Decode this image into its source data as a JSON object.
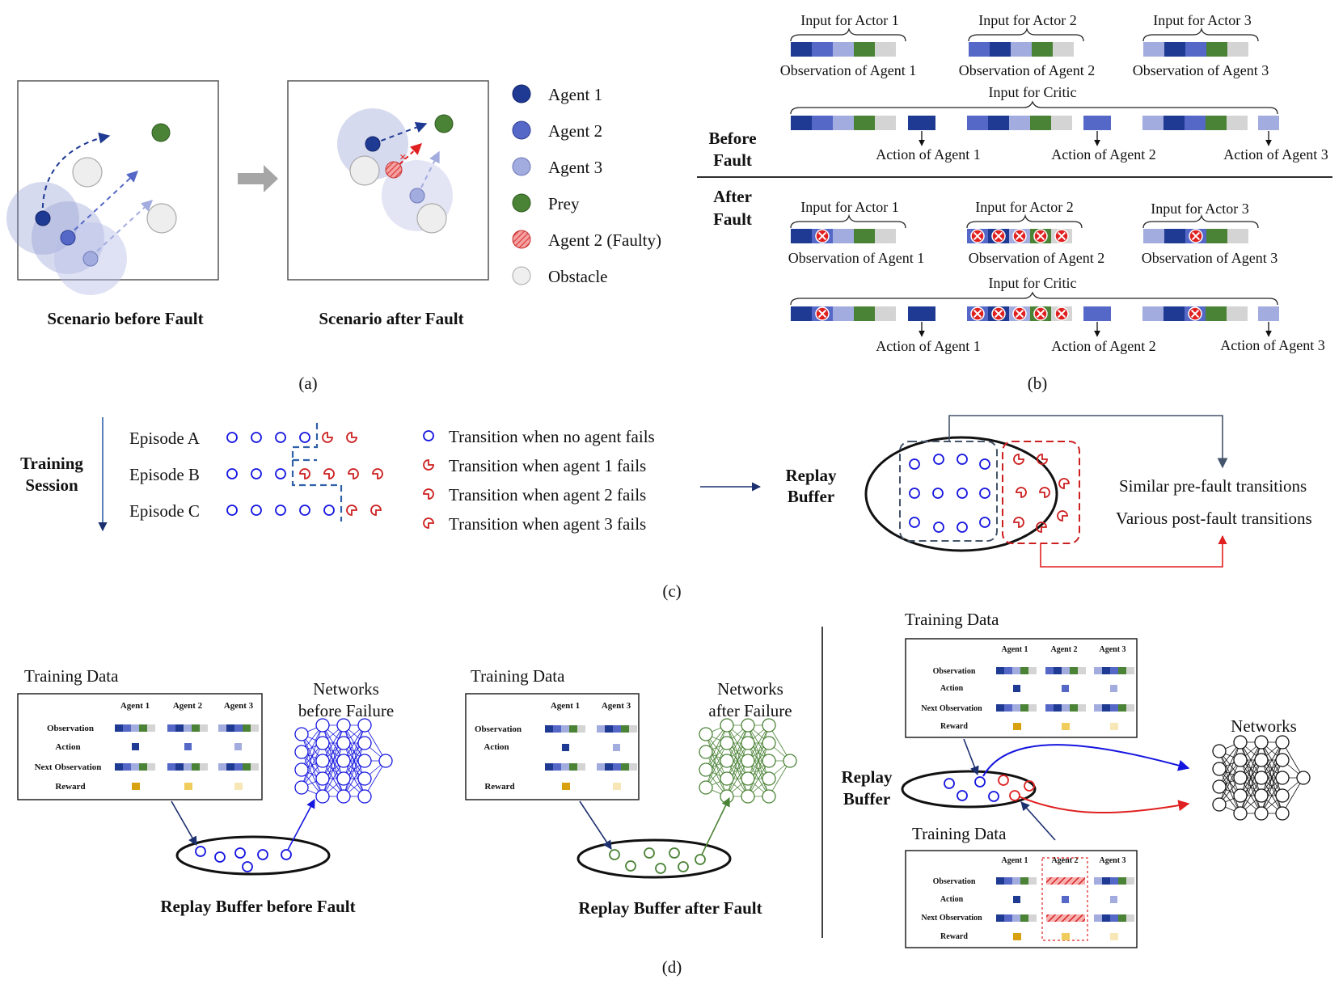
{
  "colors": {
    "agent1": "#1f3a93",
    "agent2": "#5568c7",
    "agent3": "#a3acdf",
    "prey": "#4b8336",
    "obstacle": "#d4d4d4",
    "faulty": "#e34a4a",
    "blue_circle": "#1515e0",
    "red_mark": "#cc1f1f",
    "green_net": "#4b8336",
    "reward1": "#d8a10f",
    "reward2": "#f0cc5c",
    "reward3": "#f7e7b6"
  },
  "panel_a": {
    "legend": [
      {
        "label": "Agent 1",
        "color": "#1f3a93"
      },
      {
        "label": "Agent 2",
        "color": "#5568c7"
      },
      {
        "label": "Agent 3",
        "color": "#a3acdf"
      },
      {
        "label": "Prey",
        "color": "#4b8336"
      },
      {
        "label": "Agent 2 (Faulty)",
        "color": "#e34a4a"
      },
      {
        "label": "Obstacle",
        "color": "#ececec"
      }
    ],
    "caption_before": "Scenario before Fault",
    "caption_after": "Scenario after Fault",
    "label": "(a)"
  },
  "panel_b": {
    "before": {
      "label_line1": "Before",
      "label_line2": "Fault",
      "actors": [
        "Input for Actor 1",
        "Input for Actor 2",
        "Input for Actor 3"
      ],
      "observations": [
        "Observation of Agent 1",
        "Observation of Agent 2",
        "Observation of Agent 3"
      ],
      "critic": "Input for Critic",
      "actions": [
        "Action of Agent 1",
        "Action of Agent 2",
        "Action of Agent 3"
      ]
    },
    "after": {
      "label_line1": "After",
      "label_line2": "Fault",
      "actors": [
        "Input for Actor 1",
        "Input for Actor 2",
        "Input for Actor 3"
      ],
      "observations": [
        "Observation of Agent 1",
        "Observation of Agent 2",
        "Observation of Agent 3"
      ],
      "critic": "Input for Critic",
      "actions": [
        "Action of Agent 1",
        "Action of Agent 2",
        "Action of Agent 3"
      ]
    },
    "label": "(b)"
  },
  "panel_c": {
    "session_line1": "Training",
    "session_line2": "Session",
    "episodes": [
      "Episode A",
      "Episode B",
      "Episode C"
    ],
    "legend": [
      "Transition when no agent fails",
      "Transition when agent 1 fails",
      "Transition when agent 2 fails",
      "Transition when agent 3 fails"
    ],
    "replay_line1": "Replay",
    "replay_line2": "Buffer",
    "similar": "Similar pre-fault transitions",
    "various": "Various post-fault transitions",
    "label": "(c)"
  },
  "panel_d": {
    "left": {
      "training_data": "Training Data",
      "columns": [
        "Agent 1",
        "Agent 2",
        "Agent 3"
      ],
      "rows": [
        "Observation",
        "Action",
        "Next Observation",
        "Reward"
      ],
      "networks_line1": "Networks",
      "networks_line2": "before Failure",
      "caption": "Replay Buffer before Fault"
    },
    "middle": {
      "training_data": "Training Data",
      "columns": [
        "Agent 1",
        "Agent 3"
      ],
      "rows": [
        "Observation",
        "Action",
        "Reward"
      ],
      "networks_line1": "Networks",
      "networks_line2": "after Failure",
      "caption": "Replay Buffer after Fault"
    },
    "right": {
      "training_data_top": "Training Data",
      "training_data_bottom": "Training Data",
      "columns": [
        "Agent 1",
        "Agent 2",
        "Agent 3"
      ],
      "rows": [
        "Observation",
        "Action",
        "Next Observation",
        "Reward"
      ],
      "replay_line1": "Replay",
      "replay_line2": "Buffer",
      "networks": "Networks"
    },
    "label": "(d)"
  }
}
